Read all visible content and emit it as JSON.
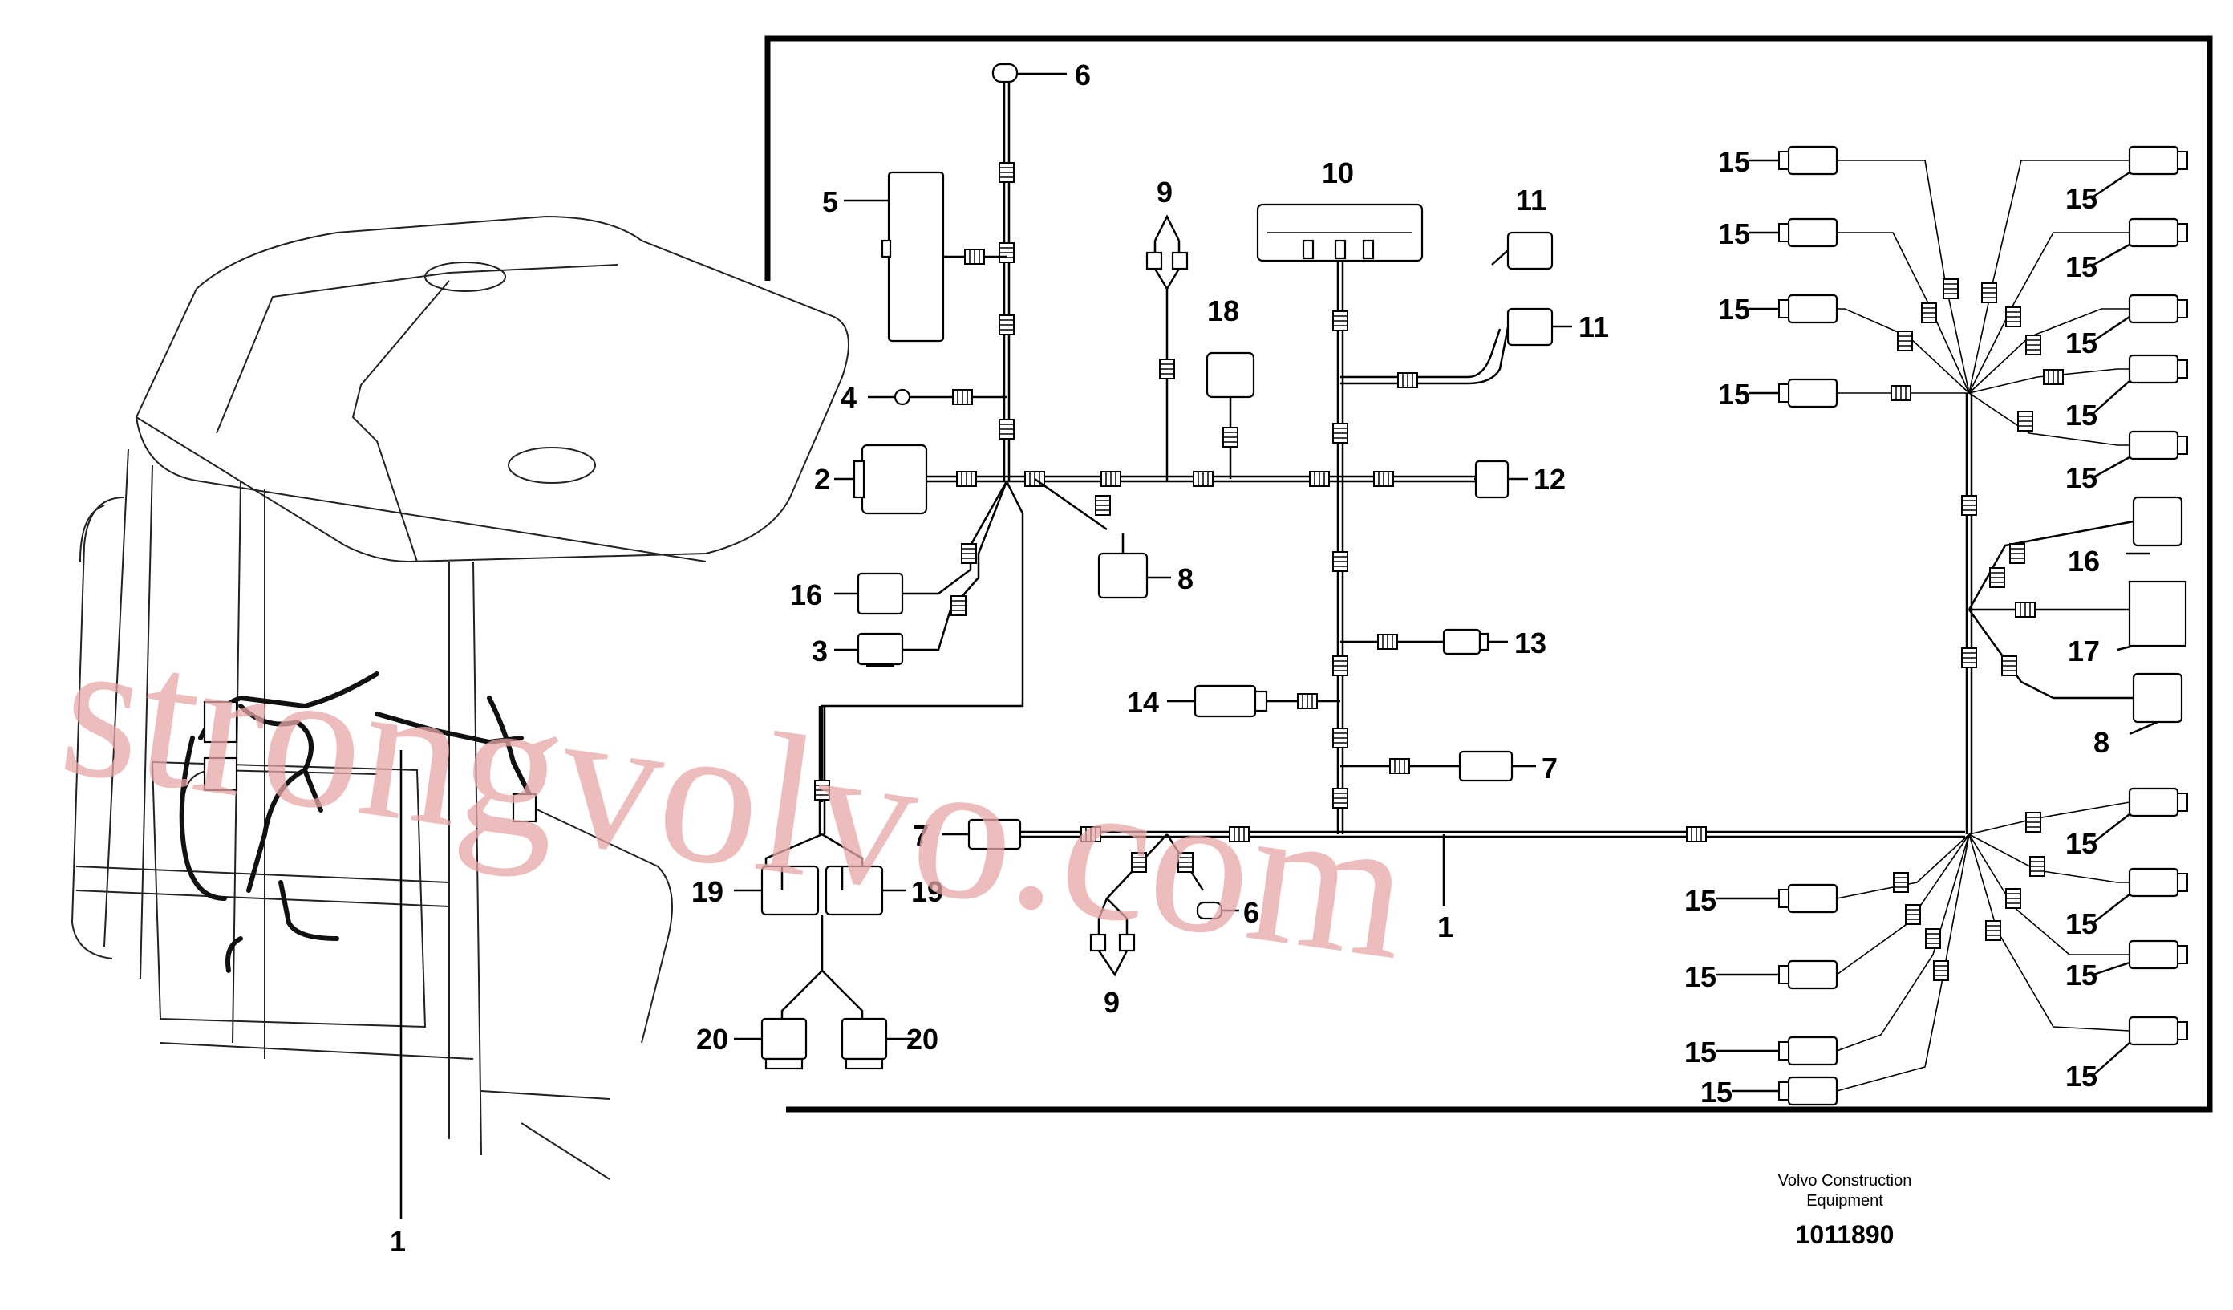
{
  "callouts": {
    "n1": "1",
    "n2": "2",
    "n3": "3",
    "n4": "4",
    "n5": "5",
    "n6": "6",
    "n7": "7",
    "n8": "8",
    "n9": "9",
    "n10": "10",
    "n11": "11",
    "n12": "12",
    "n13": "13",
    "n14": "14",
    "n15": "15",
    "n16": "16",
    "n17": "17",
    "n18": "18",
    "n19": "19",
    "n20": "20"
  },
  "footer": {
    "maker_line1": "Volvo Construction",
    "maker_line2": "Equipment",
    "part_number": "1011890"
  },
  "watermark": "strongvolvo.com",
  "colors": {
    "watermark": "#e8a8a8",
    "lines": "#000000"
  }
}
